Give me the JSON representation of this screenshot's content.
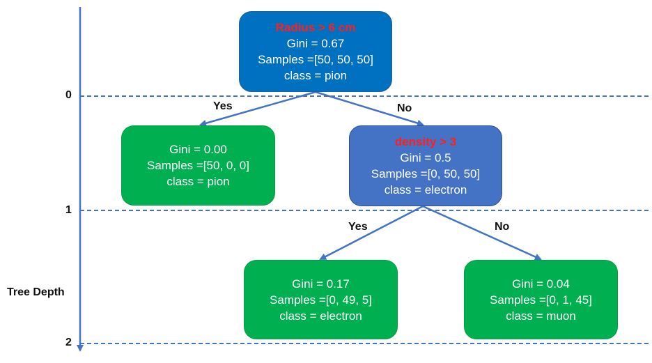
{
  "axis": {
    "title": "Tree Depth",
    "levels": [
      "0",
      "1",
      "2"
    ]
  },
  "colors": {
    "line": "#4472c4",
    "leaf": "#00b050",
    "root": "#0070c0",
    "inner": "#4472c4",
    "split_text": "#ff1f1f"
  },
  "nodes": {
    "root": {
      "split": "Radius > 6 cm",
      "gini": "Gini = 0.67",
      "samples": "Samples =[50, 50, 50]",
      "class": "class = pion"
    },
    "leaf_left": {
      "gini": "Gini = 0.00",
      "samples": "Samples =[50, 0, 0]",
      "class": "class = pion"
    },
    "density": {
      "split": "density > 3",
      "gini": "Gini = 0.5",
      "samples": "Samples =[0, 50, 50]",
      "class": "class = electron"
    },
    "leaf_electron": {
      "gini": "Gini = 0.17",
      "samples": "Samples =[0, 49, 5]",
      "class": "class = electron"
    },
    "leaf_muon": {
      "gini": "Gini = 0.04",
      "samples": "Samples =[0, 1, 45]",
      "class": "class = muon"
    }
  },
  "edges": {
    "root_yes": "Yes",
    "root_no": "No",
    "density_yes": "Yes",
    "density_no": "No"
  }
}
